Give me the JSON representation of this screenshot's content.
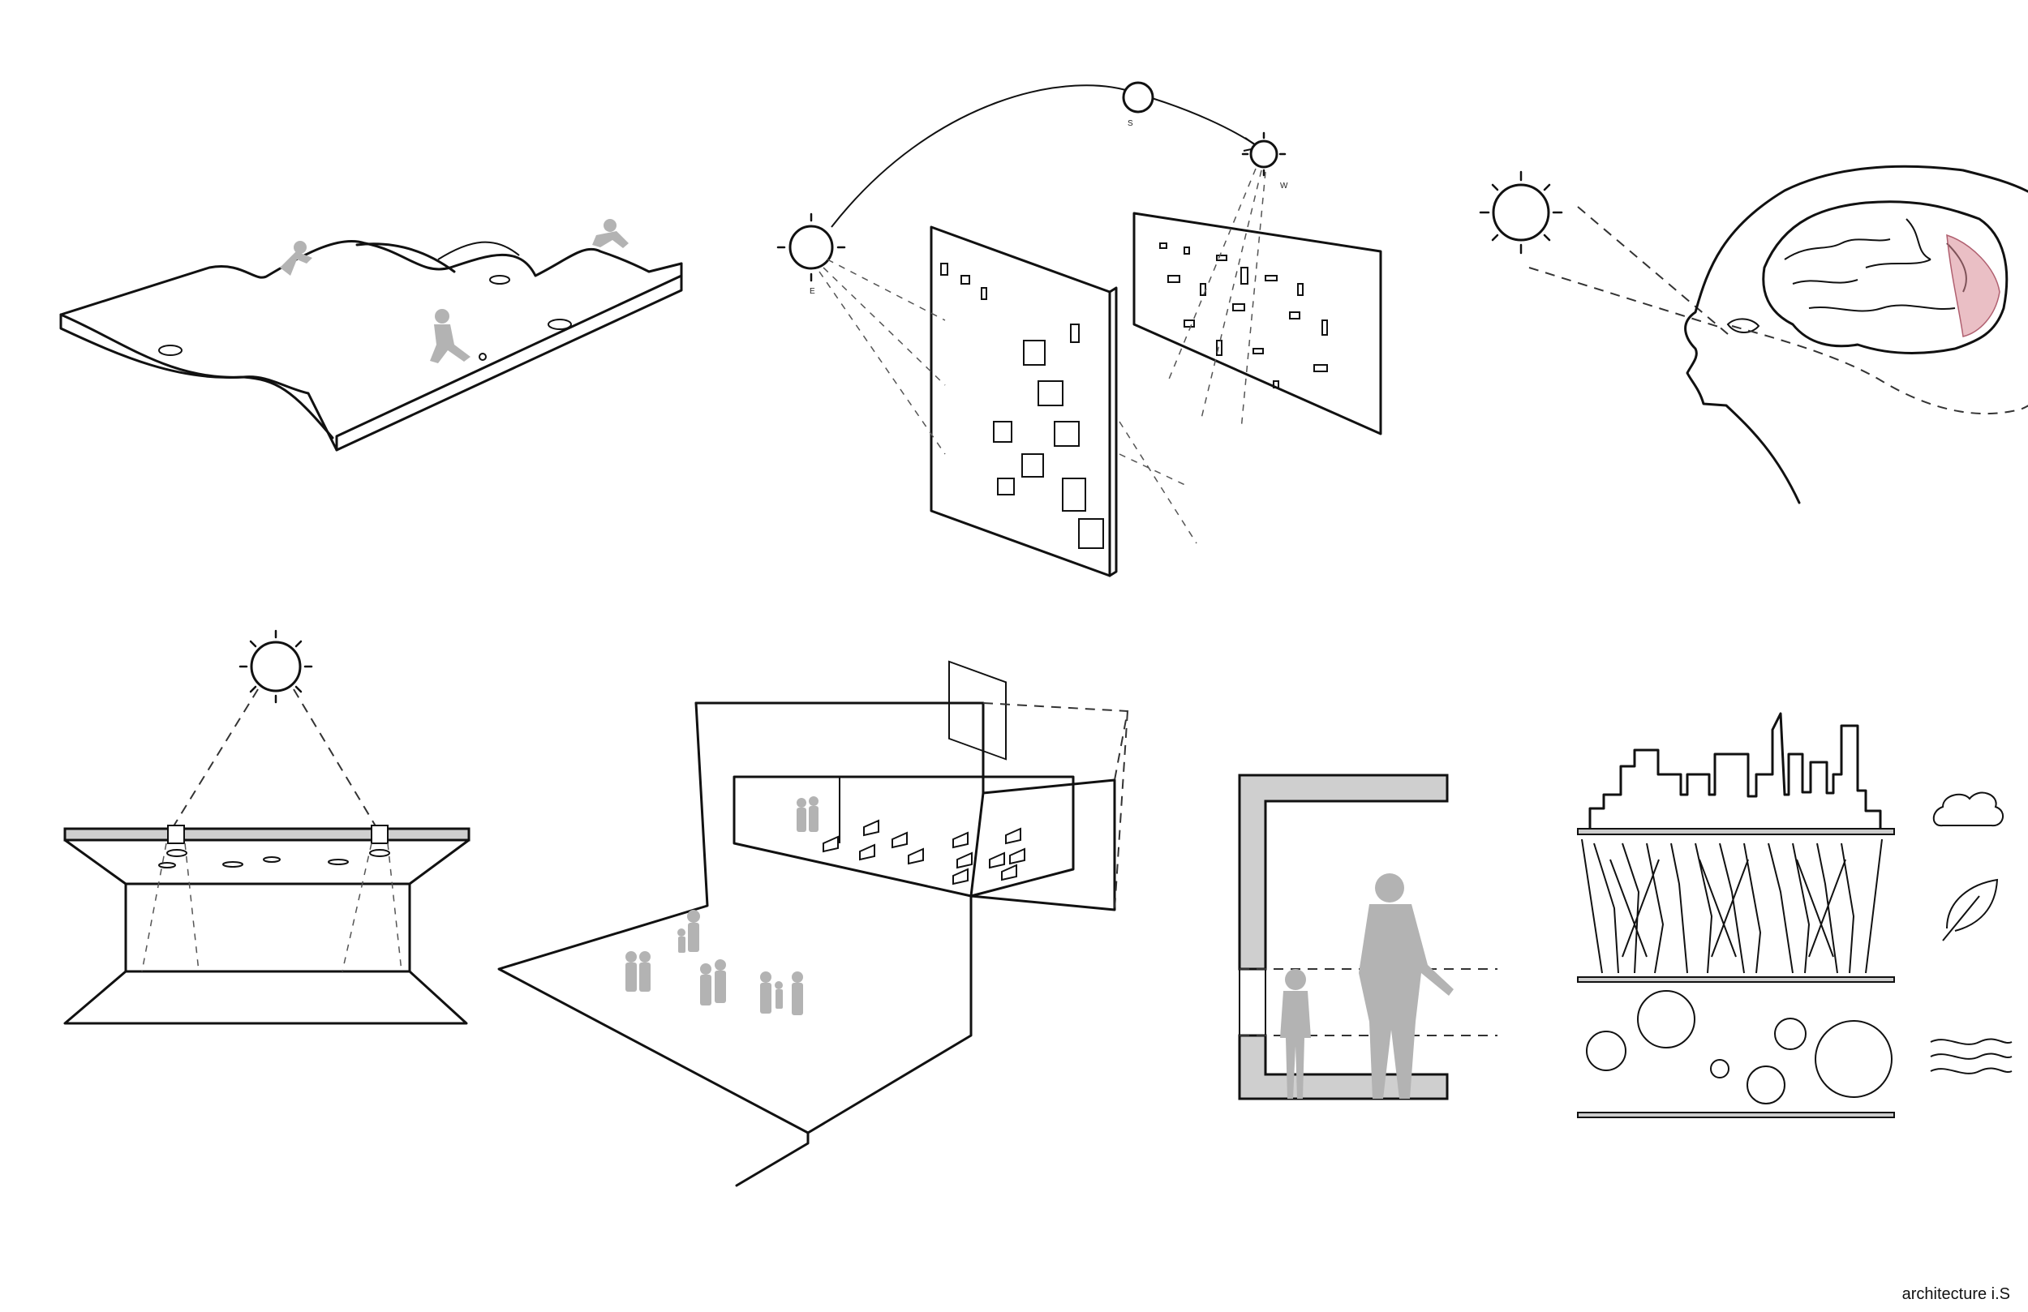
{
  "credit": "architecture i.S",
  "compass_labels": {
    "east": "E",
    "south": "S",
    "west": "W"
  },
  "colors": {
    "line": "#111111",
    "figure_fill": "#b3b3b3",
    "slab_fill": "#cfcfcf",
    "brain_highlight": "#d98b95"
  }
}
